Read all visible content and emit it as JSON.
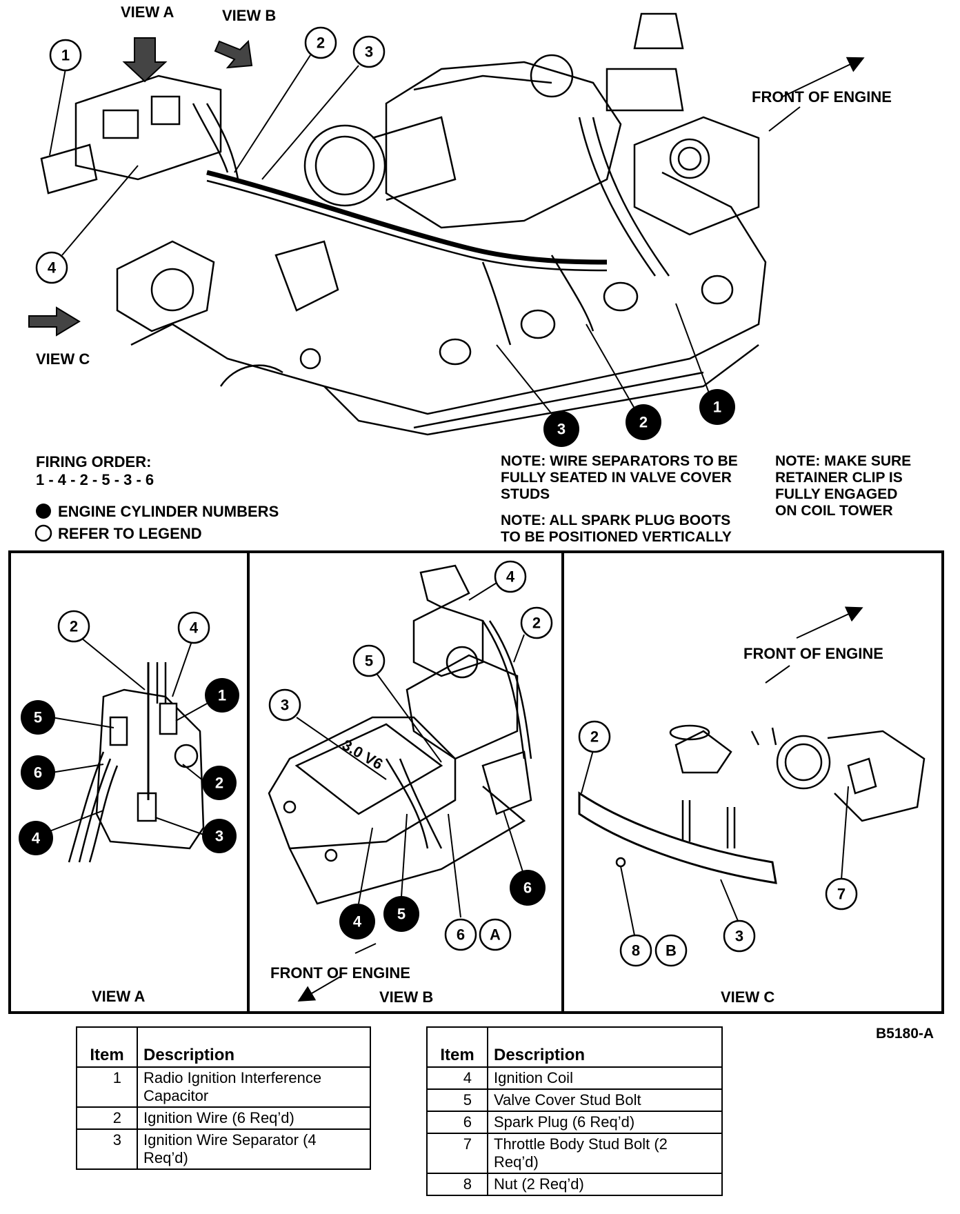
{
  "views": {
    "view_a": "VIEW A",
    "view_b": "VIEW B",
    "view_c": "VIEW C"
  },
  "front_of_engine": "FRONT OF ENGINE",
  "engine_badge": "3.0 V6",
  "firing_order": {
    "label": "FIRING ORDER:",
    "sequence": "1 - 4 - 2 - 5 - 3 - 6"
  },
  "symbol_key": {
    "filled": "ENGINE CYLINDER NUMBERS",
    "open": "REFER TO LEGEND"
  },
  "notes": {
    "separators": "NOTE: WIRE SEPARATORS TO BE\nFULLY SEATED IN VALVE COVER\nSTUDS",
    "boots": "NOTE: ALL SPARK PLUG BOOTS\nTO BE POSITIONED VERTICALLY",
    "retainer": "NOTE: MAKE SURE\nRETAINER CLIP IS\nFULLY ENGAGED\nON COIL TOWER"
  },
  "figure_ref": "B5180-A",
  "callouts": {
    "main_open": [
      "1",
      "2",
      "3",
      "4"
    ],
    "main_filled": [
      "1",
      "2",
      "3"
    ],
    "view_a_open": [
      "2",
      "4"
    ],
    "view_a_filled": [
      "5",
      "6",
      "4",
      "1",
      "2",
      "3"
    ],
    "view_b_open": [
      "4",
      "2",
      "5",
      "3",
      "6",
      "A"
    ],
    "view_b_filled": [
      "6",
      "4",
      "5"
    ],
    "view_c_open": [
      "2",
      "7",
      "3",
      "8",
      "B"
    ]
  },
  "legend": {
    "headers": {
      "item": "Item",
      "description": "Description"
    },
    "left": [
      {
        "item": "1",
        "description": "Radio Ignition Interference Capacitor"
      },
      {
        "item": "2",
        "description": "Ignition Wire (6 Req’d)"
      },
      {
        "item": "3",
        "description": "Ignition Wire Separator (4 Req’d)"
      }
    ],
    "right": [
      {
        "item": "4",
        "description": "Ignition Coil"
      },
      {
        "item": "5",
        "description": "Valve Cover Stud Bolt"
      },
      {
        "item": "6",
        "description": "Spark Plug (6 Req’d)"
      },
      {
        "item": "7",
        "description": "Throttle Body Stud Bolt (2 Req’d)"
      },
      {
        "item": "8",
        "description": "Nut (2 Req’d)"
      }
    ]
  }
}
